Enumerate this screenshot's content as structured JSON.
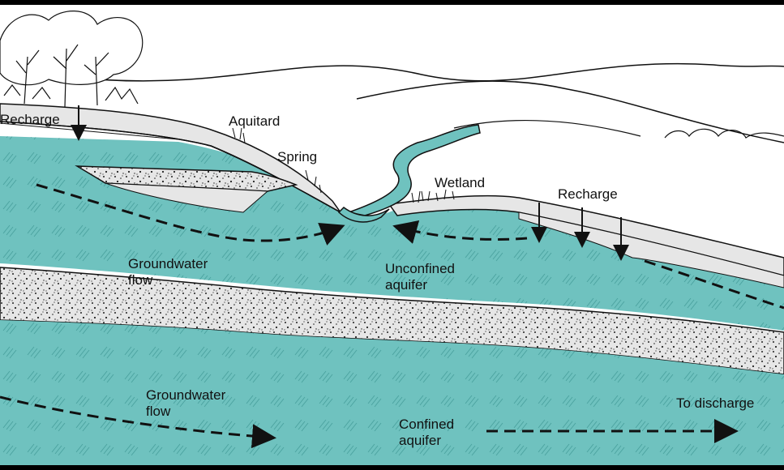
{
  "labels": {
    "recharge_left": "Recharge",
    "aquitard": "Aquitard",
    "spring": "Spring",
    "wetland": "Wetland",
    "recharge_right": "Recharge",
    "groundwater_flow_upper_1": "Groundwater",
    "groundwater_flow_upper_2": "flow",
    "unconfined_aquifer_1": "Unconfined",
    "unconfined_aquifer_2": "aquifer",
    "groundwater_flow_lower_1": "Groundwater",
    "groundwater_flow_lower_2": "flow",
    "confined_aquifer_1": "Confined",
    "confined_aquifer_2": "aquifer",
    "to_discharge": "To discharge"
  },
  "colors": {
    "water": "#6fc2bf",
    "sand": "#e6e6e6",
    "stipple": "#222222",
    "ink": "#111111",
    "background": "#ffffff"
  }
}
